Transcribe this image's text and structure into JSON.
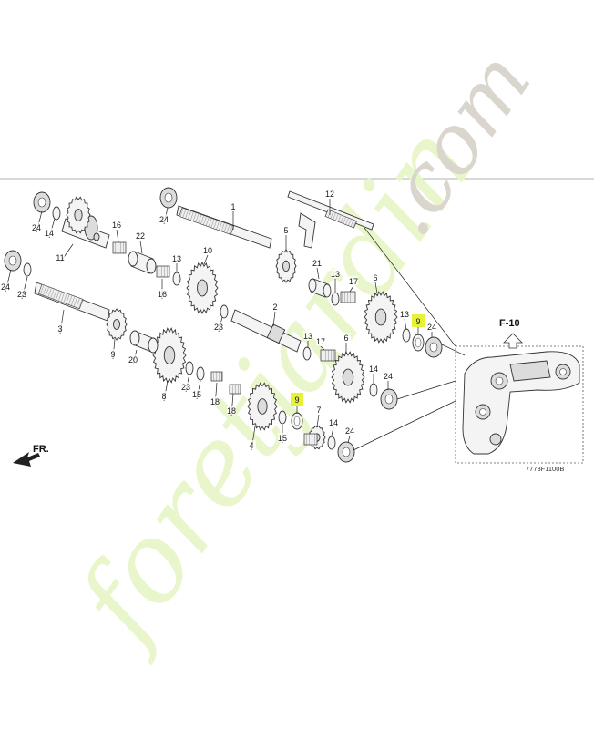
{
  "diagram": {
    "reference_code": "7773F1100B",
    "frame_title": "F-10",
    "front_label": "FR.",
    "highlight_color": "#e6f23a",
    "watermark": {
      "brand": "foretjardin",
      "suffix": ".com",
      "brand_color": "#e8f5c8",
      "accent_color": "#f9e3c0",
      "suffix_color": "#d9d4cc"
    },
    "part_labels": [
      {
        "id": "p24a",
        "text": "24"
      },
      {
        "id": "p14a",
        "text": "14"
      },
      {
        "id": "p11",
        "text": "11"
      },
      {
        "id": "p16a",
        "text": "16"
      },
      {
        "id": "p22",
        "text": "22"
      },
      {
        "id": "p13a",
        "text": "13"
      },
      {
        "id": "p16b",
        "text": "16"
      },
      {
        "id": "p10",
        "text": "10"
      },
      {
        "id": "p24b",
        "text": "24"
      },
      {
        "id": "p1",
        "text": "1"
      },
      {
        "id": "p5",
        "text": "5"
      },
      {
        "id": "p12",
        "text": "12"
      },
      {
        "id": "p24c",
        "text": "24"
      },
      {
        "id": "p23a",
        "text": "23"
      },
      {
        "id": "p3",
        "text": "3"
      },
      {
        "id": "p9a",
        "text": "9"
      },
      {
        "id": "p20",
        "text": "20"
      },
      {
        "id": "p8",
        "text": "8"
      },
      {
        "id": "p23b",
        "text": "23"
      },
      {
        "id": "p23c",
        "text": "23"
      },
      {
        "id": "p2",
        "text": "2"
      },
      {
        "id": "p21",
        "text": "21"
      },
      {
        "id": "p13b",
        "text": "13"
      },
      {
        "id": "p17a",
        "text": "17"
      },
      {
        "id": "p6a",
        "text": "6"
      },
      {
        "id": "p13c",
        "text": "13"
      },
      {
        "id": "p9b",
        "text": "9",
        "highlight": true
      },
      {
        "id": "p24d",
        "text": "24"
      },
      {
        "id": "p13d",
        "text": "13"
      },
      {
        "id": "p17b",
        "text": "17"
      },
      {
        "id": "p6b",
        "text": "6"
      },
      {
        "id": "p14b",
        "text": "14"
      },
      {
        "id": "p24e",
        "text": "24"
      },
      {
        "id": "p15a",
        "text": "15"
      },
      {
        "id": "p18a",
        "text": "18"
      },
      {
        "id": "p18b",
        "text": "18"
      },
      {
        "id": "p4",
        "text": "4"
      },
      {
        "id": "p9c",
        "text": "9",
        "highlight": true
      },
      {
        "id": "p7",
        "text": "7"
      },
      {
        "id": "p15b",
        "text": "15"
      },
      {
        "id": "p14c",
        "text": "14"
      },
      {
        "id": "p24f",
        "text": "24"
      }
    ]
  }
}
